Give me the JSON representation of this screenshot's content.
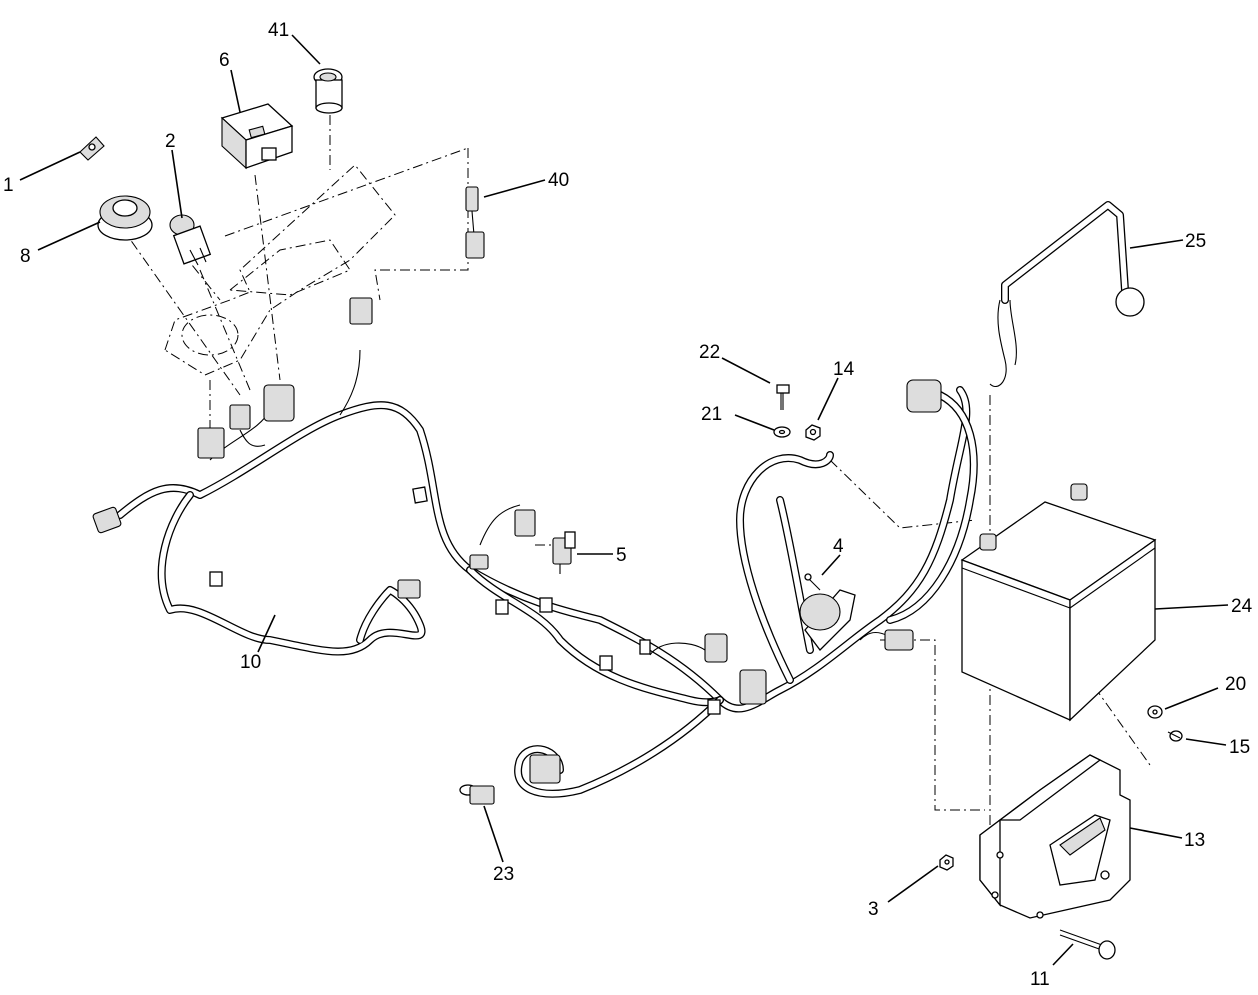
{
  "callouts": [
    {
      "id": "1",
      "label": "1"
    },
    {
      "id": "2",
      "label": "2"
    },
    {
      "id": "3",
      "label": "3"
    },
    {
      "id": "4",
      "label": "4"
    },
    {
      "id": "5",
      "label": "5"
    },
    {
      "id": "6",
      "label": "6"
    },
    {
      "id": "8",
      "label": "8"
    },
    {
      "id": "10",
      "label": "10"
    },
    {
      "id": "11",
      "label": "11"
    },
    {
      "id": "13",
      "label": "13"
    },
    {
      "id": "14",
      "label": "14"
    },
    {
      "id": "15",
      "label": "15"
    },
    {
      "id": "20",
      "label": "20"
    },
    {
      "id": "21",
      "label": "21"
    },
    {
      "id": "22",
      "label": "22"
    },
    {
      "id": "23",
      "label": "23"
    },
    {
      "id": "24",
      "label": "24"
    },
    {
      "id": "25",
      "label": "25"
    },
    {
      "id": "40",
      "label": "40"
    },
    {
      "id": "41",
      "label": "41"
    }
  ]
}
